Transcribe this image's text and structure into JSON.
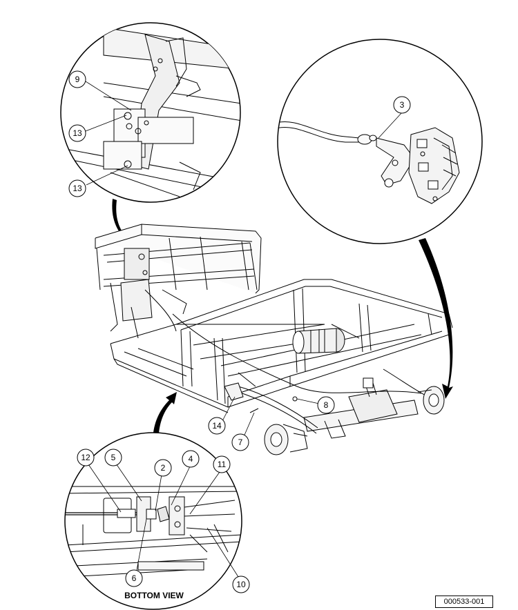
{
  "bottom_view_label": "BOTTOM VIEW",
  "reference_number": "000533-001",
  "callouts": {
    "c9": "9",
    "c13a": "13",
    "c13b": "13",
    "c3": "3",
    "c8": "8",
    "c14": "14",
    "c7": "7",
    "c12": "12",
    "c5": "5",
    "c2": "2",
    "c4": "4",
    "c11": "11",
    "c6": "6",
    "c10": "10"
  }
}
